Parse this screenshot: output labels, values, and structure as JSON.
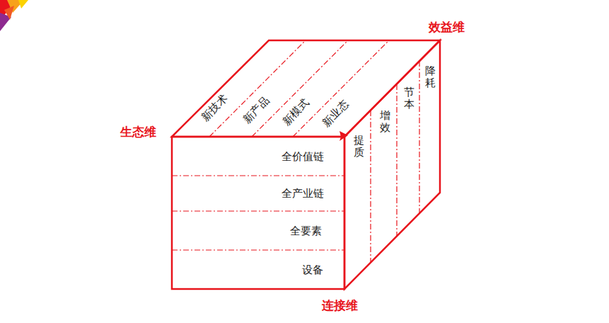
{
  "diagram": {
    "nodes": [
      {
        "text": [
          "新技术"
        ]
      },
      {
        "text": [
          "新产品"
        ]
      },
      {
        "text": [
          "新模式"
        ]
      },
      {
        "text": [
          "新业态"
        ]
      },
      {
        "text": [
          "全价值链"
        ]
      },
      {
        "text": [
          "全产业链"
        ]
      },
      {
        "text": [
          "全要素"
        ]
      },
      {
        "text": [
          "设备"
        ]
      },
      {
        "text": [
          "提质"
        ]
      },
      {
        "text": [
          "增效"
        ]
      },
      {
        "text": [
          "节本"
        ]
      },
      {
        "text": [
          "降耗"
        ]
      }
    ],
    "labels": [
      "效益维",
      "生态维",
      "连接维"
    ]
  }
}
